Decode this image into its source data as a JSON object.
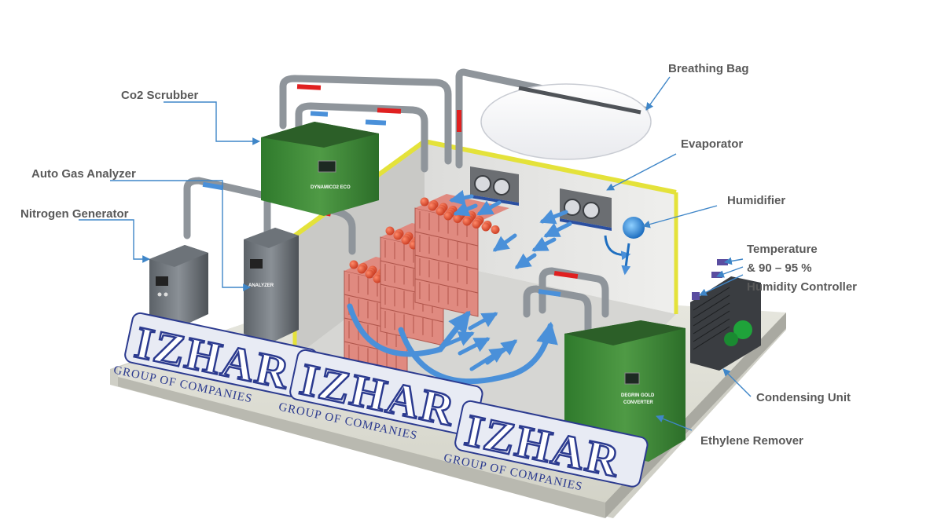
{
  "labels": {
    "breathing_bag": "Breathing Bag",
    "co2_scrubber": "Co2 Scrubber",
    "evaporator": "Evaporator",
    "auto_gas_analyzer": "Auto Gas Analyzer",
    "humidifier": "Humidifier",
    "nitrogen_generator": "Nitrogen Generator",
    "temperature_line1": "Temperature",
    "temperature_line2": "& 90 – 95 %",
    "temperature_line3": "Humidity Controller",
    "condensing_unit": "Condensing Unit",
    "ethylene_remover": "Ethylene Remover"
  },
  "branding": {
    "name": "IZHAR",
    "tagline": "GROUP OF COMPANIES"
  },
  "unit_markings": {
    "co2_unit": "DYNAMICO2 ECO",
    "analyzer_unit": "ANALYZER",
    "ethylene_unit_line1": "DEGRIN GOLD",
    "ethylene_unit_line2": "CONVERTER"
  },
  "colors": {
    "label_text": "#595959",
    "leader_line": "#3f86c8",
    "unit_green": "#3f8a3b",
    "wall_trim": "#e4e23a",
    "brand_blue": "#2b3a8f",
    "crate_red": "#e08a80",
    "tomato": "#d9452a",
    "airflow_blue": "#4a90d9",
    "flow_red": "#e02020"
  }
}
